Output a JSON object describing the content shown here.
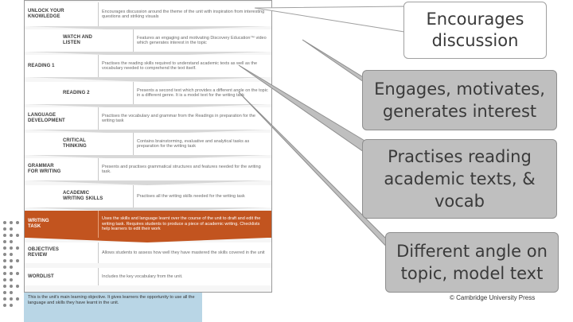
{
  "flow": {
    "steps": [
      {
        "head": "UNLOCK YOUR\nKNOWLEDGE",
        "desc": "Encourages discussion around the theme of the unit with inspiration from interesting questions and striking visuals"
      },
      {
        "head": "WATCH AND\nLISTEN",
        "desc": "Features an engaging and motivating Discovery Education™ video which generates interest in the topic"
      },
      {
        "head": "READING 1",
        "desc": "Practises the reading skills required to understand academic texts as well as the vocabulary needed to comprehend the text itself."
      },
      {
        "head": "READING 2",
        "desc": "Presents a second text which provides a different angle on the topic in a different genre. It is a model text for the writing task"
      },
      {
        "head": "LANGUAGE\nDEVELOPMENT",
        "desc": "Practises the vocabulary and grammar from the Readings in preparation for the writing task"
      },
      {
        "head": "CRITICAL\nTHINKING",
        "desc": "Contains brainstorming, evaluative and analytical tasks as preparation for the writing task"
      },
      {
        "head": "GRAMMAR\nFOR WRITING",
        "desc": "Presents and practises grammatical structures and features needed for the writing task."
      },
      {
        "head": "ACADEMIC\nWRITING SKILLS",
        "desc": "Practises all the writing skills needed for the writing task"
      },
      {
        "head": "WRITING\nTASK",
        "desc": "Uses the skills and language learnt over the course of the unit to draft and edit the writing task. Requires students to produce a piece of academic writing. Checklists help learners to edit their work"
      },
      {
        "head": "OBJECTIVES\nREVIEW",
        "desc": "Allows students to assess how well they have mastered the skills covered in the unit"
      },
      {
        "head": "WORDLIST",
        "desc": "Includes the key vocabulary from the unit."
      }
    ],
    "objective_text": "This is the unit's main learning objective. It gives learners the opportunity to use all the language and skills they have learnt in the unit."
  },
  "callouts": [
    "Encourages discussion",
    "Engages, motivates, generates interest",
    "Practises reading academic texts, & vocab",
    "Different angle on topic, model text"
  ],
  "copyright": "© Cambridge University Press",
  "colors": {
    "accent": "#c2541f",
    "objective_bg": "#b9d6e6",
    "callout_grey": "#bfbfbf"
  }
}
